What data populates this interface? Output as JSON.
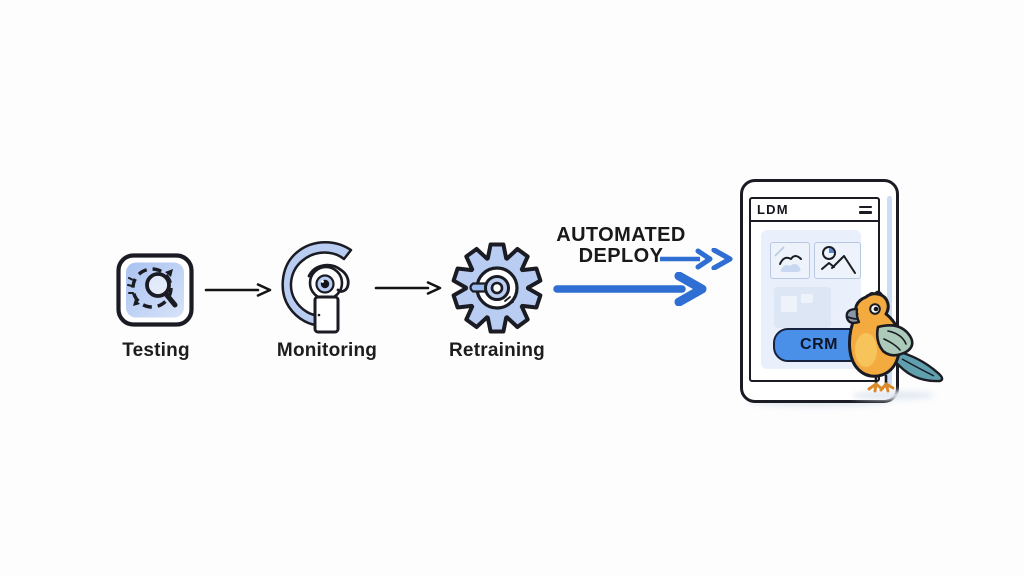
{
  "pipeline": {
    "steps": [
      {
        "label": "Testing"
      },
      {
        "label": "Monitoring"
      },
      {
        "label": "Retraining"
      }
    ],
    "deploy_line1": "AUTOMATED",
    "deploy_line2": "DEPLOY"
  },
  "device": {
    "app_title": "LDM",
    "cta_label": "CRM"
  },
  "icons": {
    "testing": "test-search-cycle-icon",
    "monitoring": "eye-monitor-icon",
    "retraining": "gear-icon",
    "flow": "arrow-right-icon",
    "deploy_thin": "double-chevron-arrow-icon",
    "deploy_thick": "thick-arrow-icon",
    "menu": "hamburger-menu-icon",
    "mascot": "parrot-mascot"
  },
  "colors": {
    "background": "#fdfdfd",
    "outline": "#1a1b23",
    "icon_fill": "#b9cdf3",
    "icon_fill_deep": "#9cbbef",
    "arrow_black": "#141414",
    "arrow_blue": "#2f6fd4",
    "button_blue": "#4a90e8",
    "panel_blue": "#e9effb",
    "card_border": "#b9c8e2",
    "block_blue": "#dce6f4",
    "block_blue_light": "#eef3fb",
    "device_strip": "#cbdcf4",
    "text_dark": "#1d1d1f",
    "bird_body": "#f3aa3e",
    "bird_belly": "#f7c75f",
    "bird_wing": "#abcaba",
    "bird_tail": "#5f9fae",
    "bird_beak": "#8d96a6",
    "bird_feet": "#d98a2b",
    "shadow": "#e3e9f2"
  }
}
